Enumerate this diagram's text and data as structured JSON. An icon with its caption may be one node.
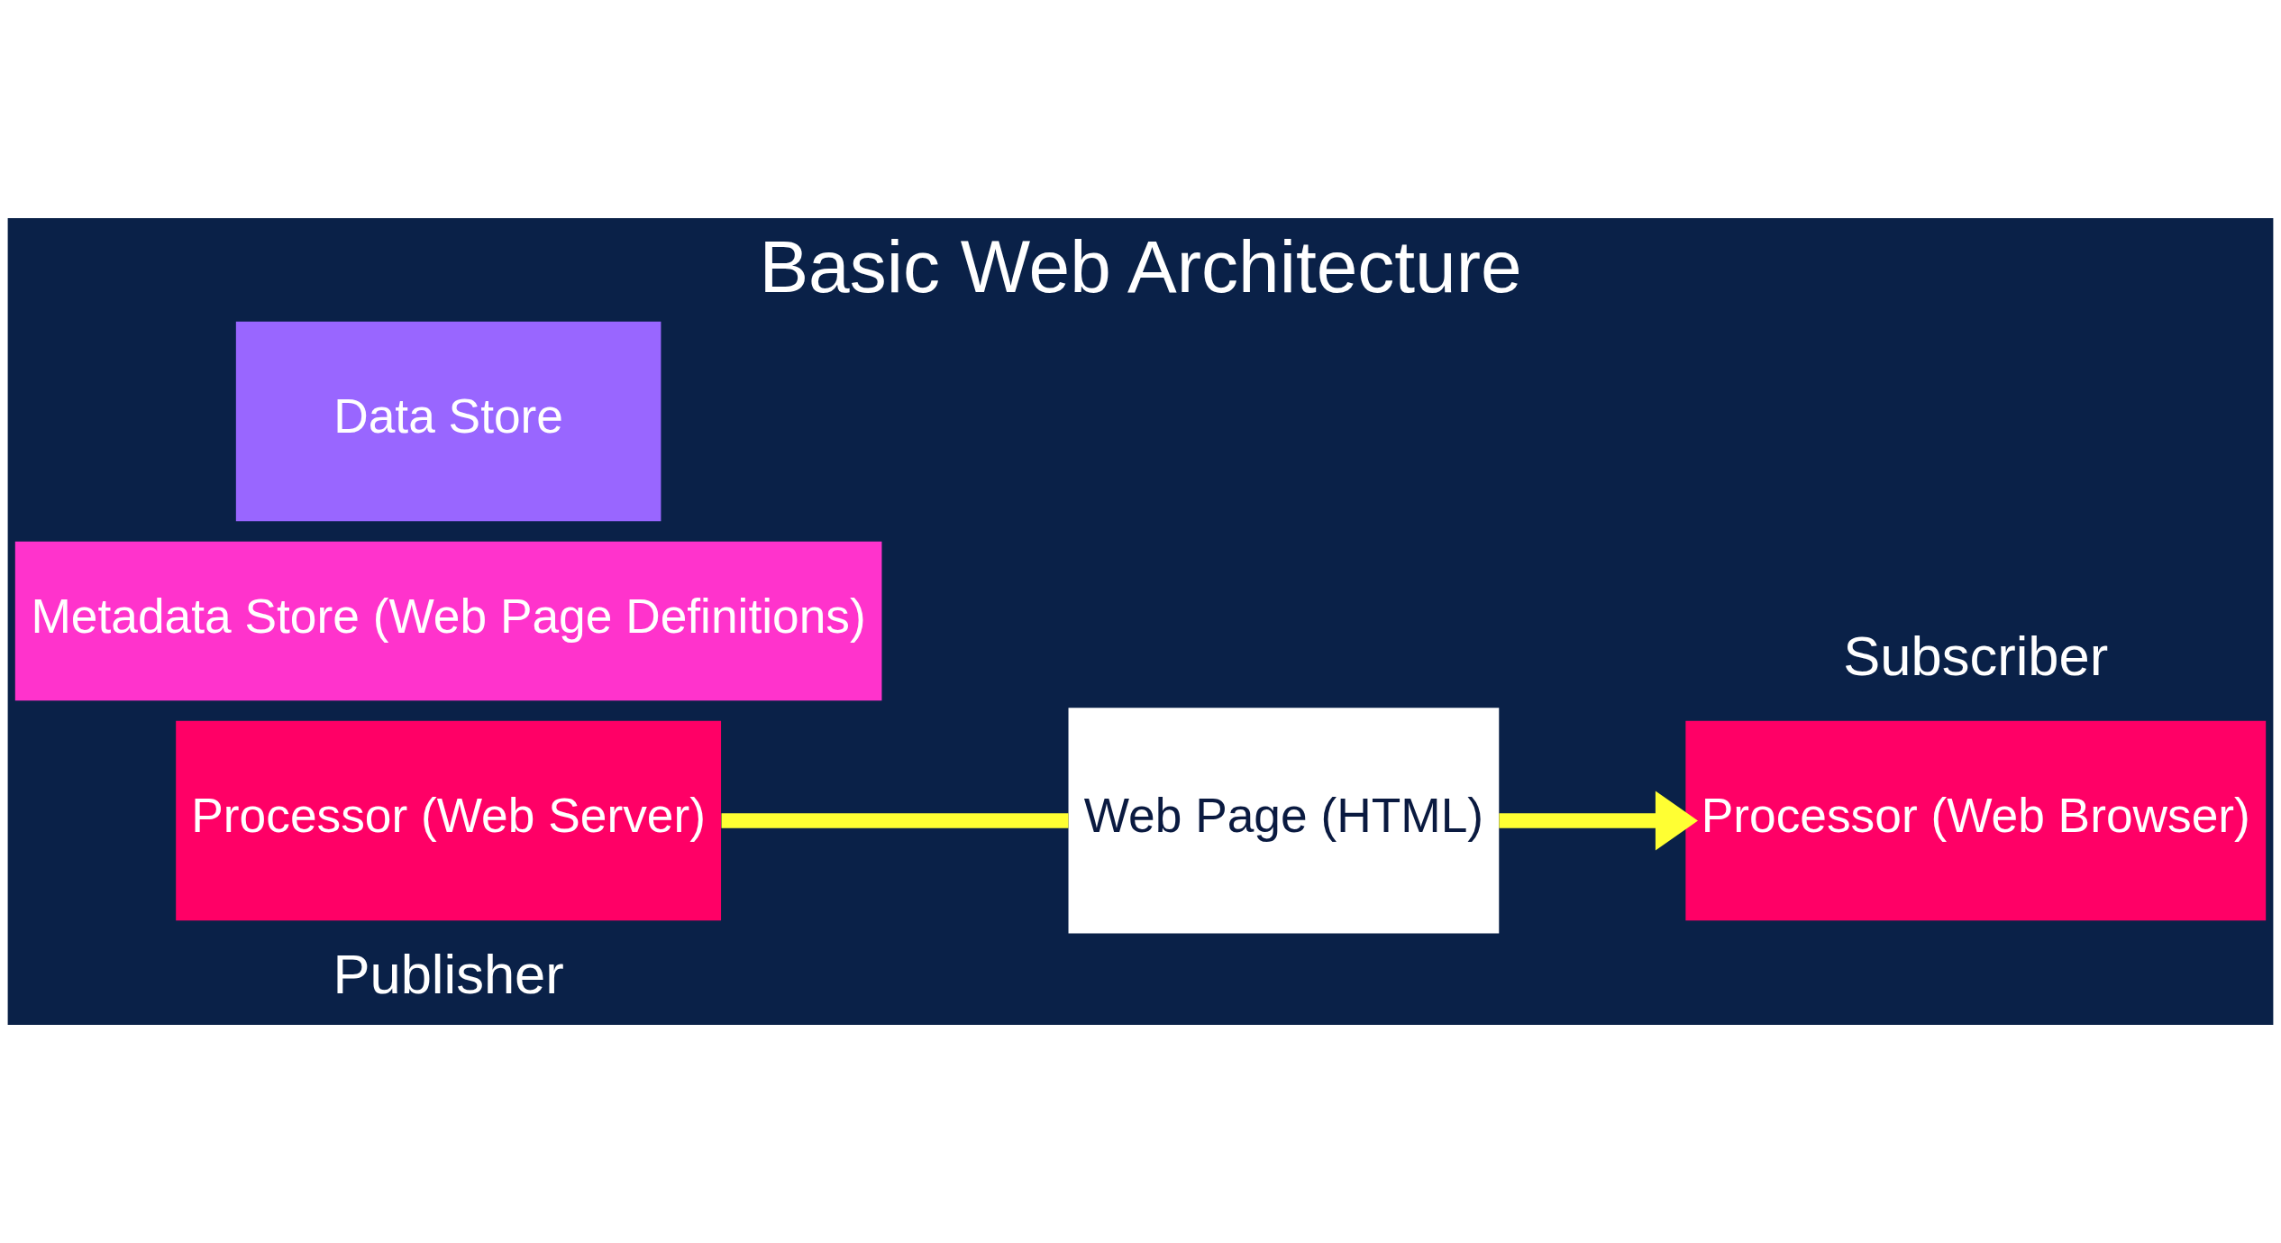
{
  "diagram": {
    "title": "Basic Web Architecture",
    "nodes": [
      {
        "text": [
          "Processor (Web Server)"
        ]
      },
      {
        "text": [
          "Metadata Store (Web Page Definitions)"
        ]
      },
      {
        "text": [
          "Data Store"
        ]
      },
      {
        "text": [
          "Web Page (HTML)"
        ]
      },
      {
        "text": [
          "Processor (Web Browser)"
        ]
      }
    ],
    "edges": [
      {
        "from": 0,
        "to": 3,
        "arrow": "none"
      },
      {
        "from": 3,
        "to": 4,
        "arrow": "to"
      }
    ],
    "labels": [
      "Publisher",
      "Subscriber"
    ]
  }
}
